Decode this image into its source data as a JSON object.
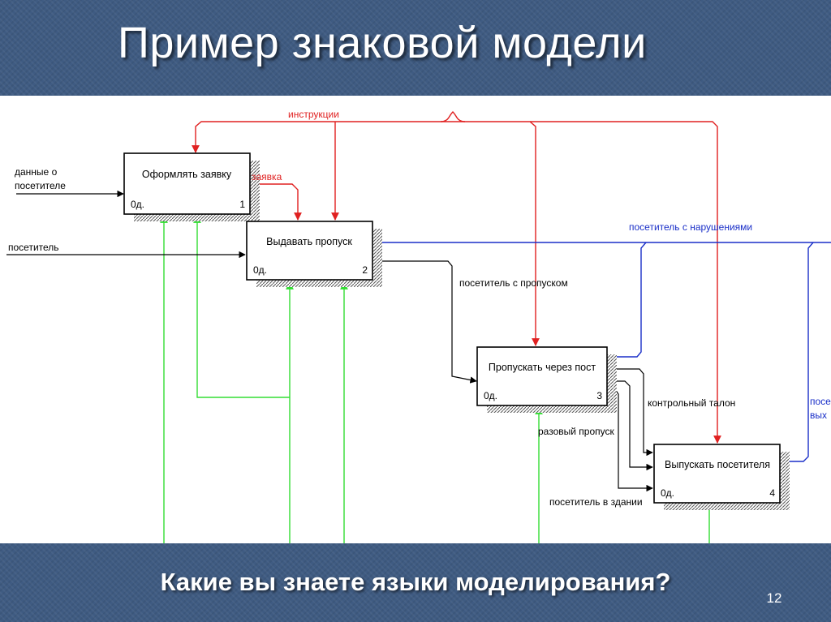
{
  "slide": {
    "title": "Пример знаковой модели",
    "question": "Какие вы знаете языки моделирования?",
    "slide_number": "12"
  },
  "colors": {
    "control": "#e02020",
    "mechanism": "#33dd33",
    "output": "#1a2fc8",
    "flow": "#000000"
  },
  "diagram": {
    "boxes": [
      {
        "label": "Оформлять заявку",
        "cost": "0д.",
        "number": "1"
      },
      {
        "label": "Выдавать пропуск",
        "cost": "0д.",
        "number": "2"
      },
      {
        "label": "Пропускать через пост",
        "cost": "0д.",
        "number": "3"
      },
      {
        "label": "Выпускать посетителя",
        "cost": "0д.",
        "number": "4"
      }
    ],
    "arrows": {
      "instructions": "инструкции",
      "data_line1": "данные о",
      "data_line2": "посетителе",
      "visitor": "посетитель",
      "request": "заявка",
      "visitor_with_pass": "посетитель с пропуском",
      "visitor_violations": "посетитель с нарушениями",
      "control_ticket": "контрольный талон",
      "single_pass": "разовый пропуск",
      "visitor_in_building": "посетитель в здании",
      "cut_line1": "посе",
      "cut_line2": "вых"
    }
  }
}
